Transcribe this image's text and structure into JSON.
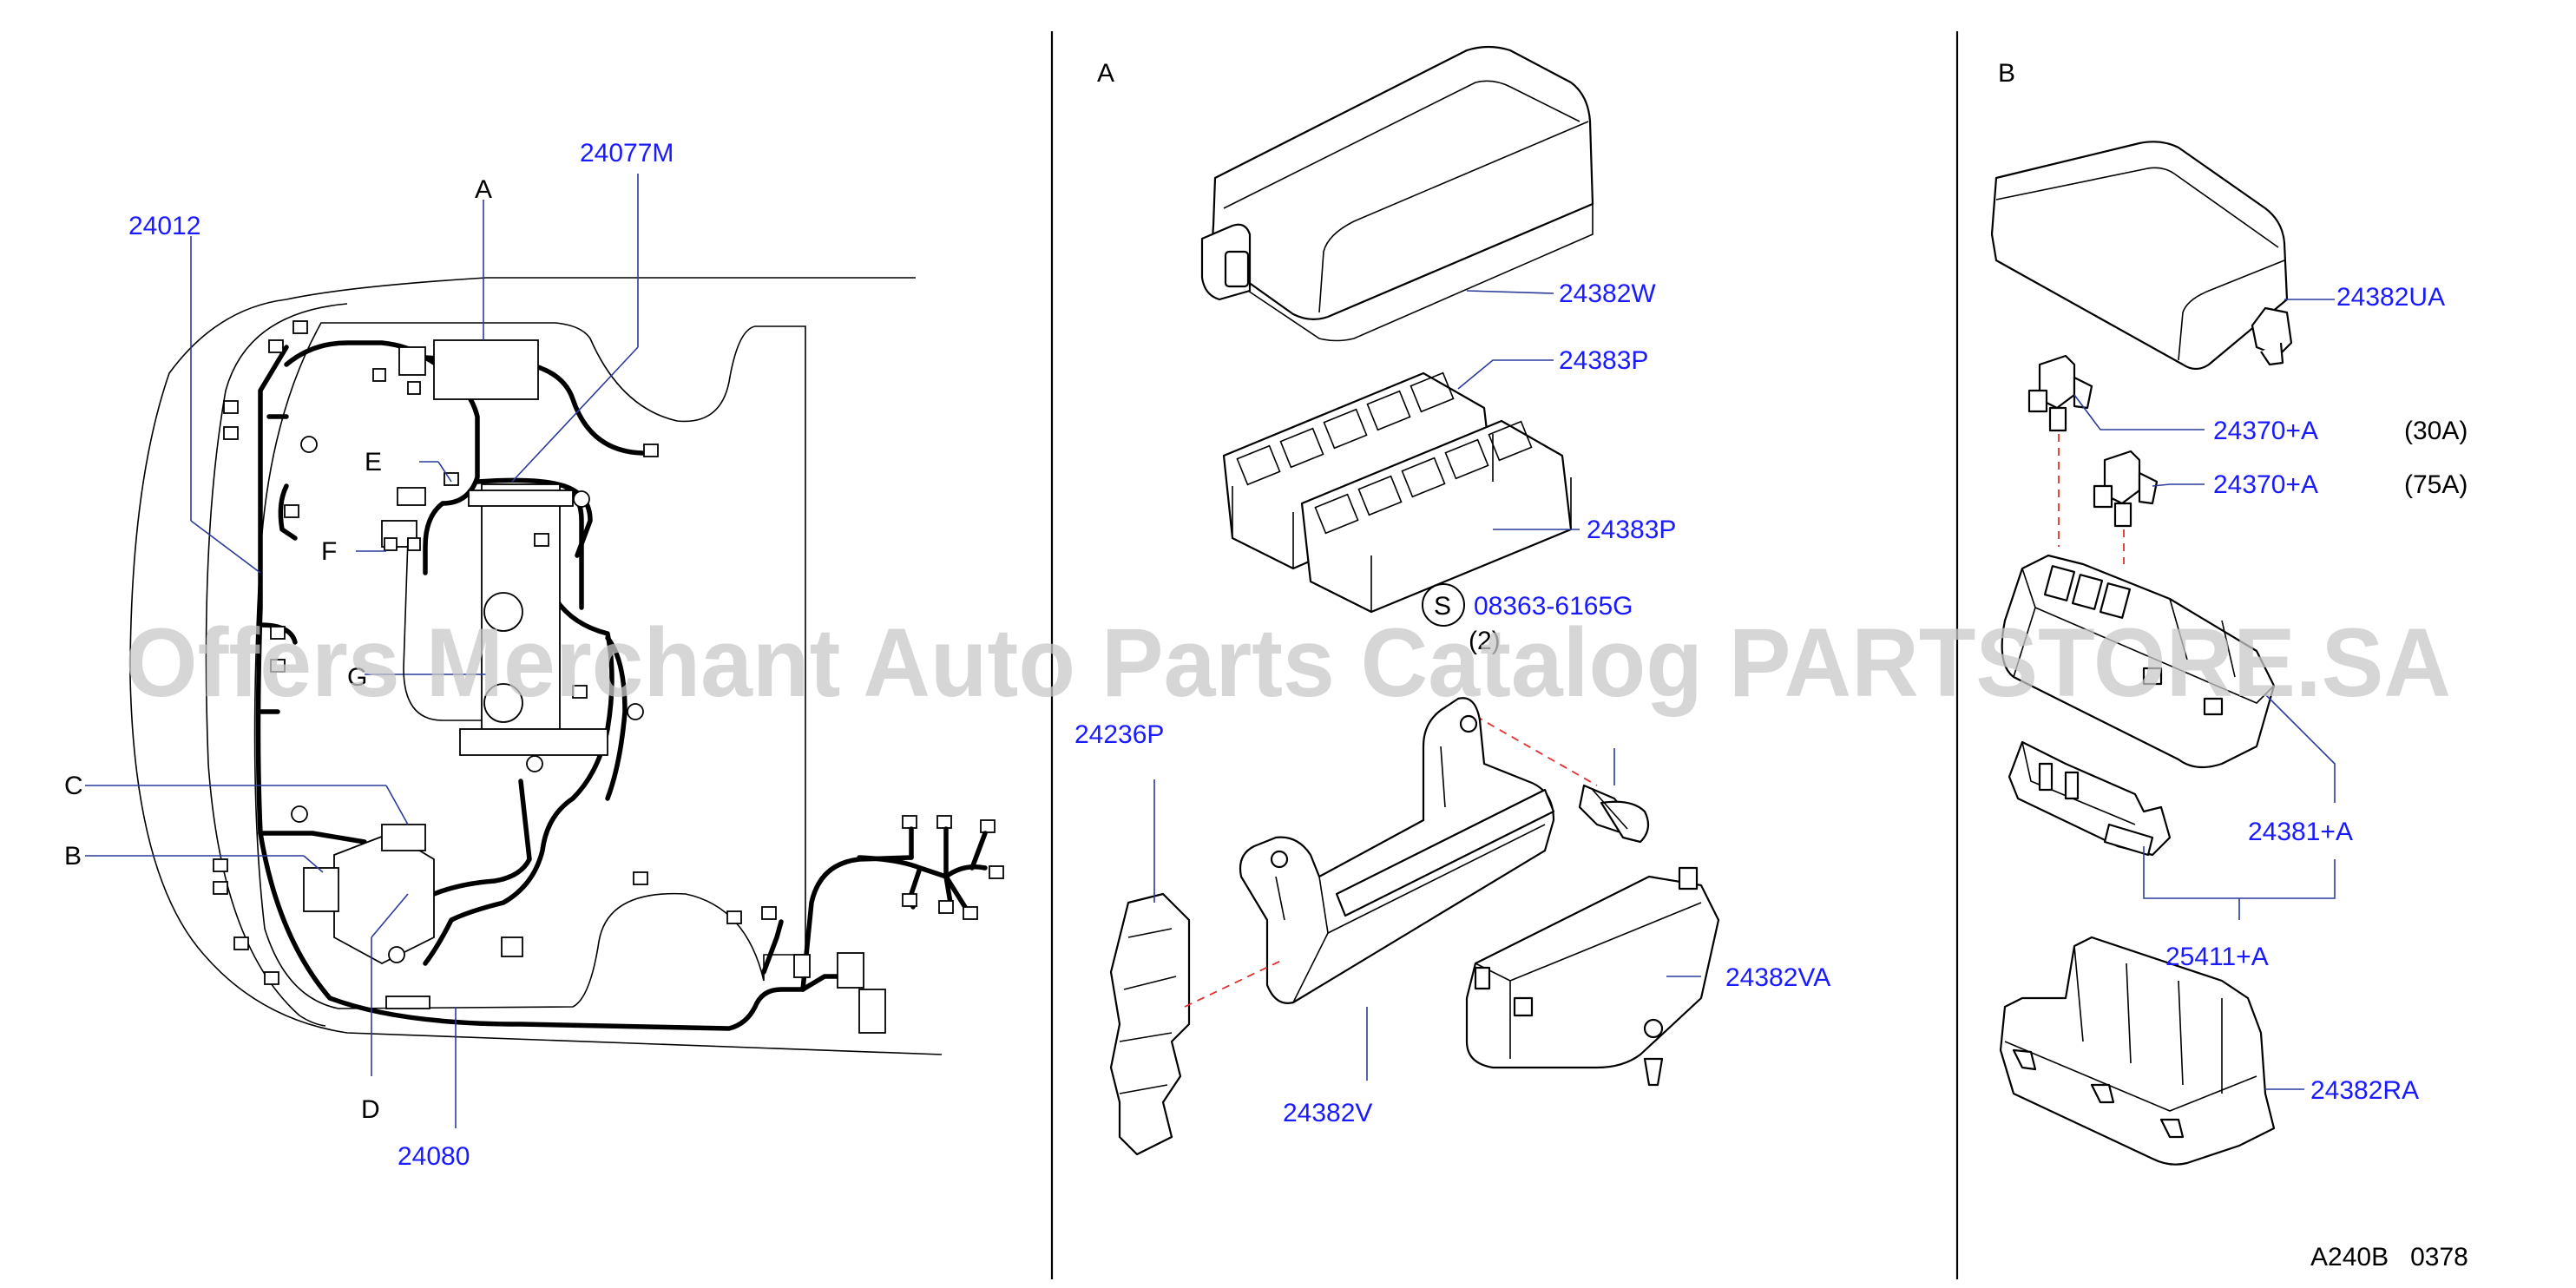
{
  "diagram": {
    "sections": {
      "a": "A",
      "b": "B"
    },
    "harness_labels": {
      "p24012": "24012",
      "p24077m": "24077M",
      "p24080": "24080",
      "A": "A",
      "B": "B",
      "C": "C",
      "D": "D",
      "E": "E",
      "F": "F",
      "G": "G"
    },
    "section_a_labels": {
      "p24382w": "24382W",
      "p24383p_1": "24383P",
      "p24383p_2": "24383P",
      "s_symbol": "S",
      "p08363": "08363-6165G",
      "qty": "(2)",
      "p24236p": "24236P",
      "p24382v": "24382V",
      "p24382va": "24382VA"
    },
    "section_b_labels": {
      "p24382ua": "24382UA",
      "p24370_1": "24370+A",
      "amp_1": "(30A)",
      "p24370_2": "24370+A",
      "amp_2": "(75A)",
      "p24381": "24381+A",
      "p25411": "25411+A",
      "p24382ra": "24382RA"
    },
    "footer_code": "A240B   0378",
    "watermark": "Offers Merchant Auto Parts Catalog PARTSTORE.SA"
  },
  "colors": {
    "part_label": "#1a1aff",
    "leader": "#2a3a9a",
    "dashed_guide": "#e03030"
  }
}
